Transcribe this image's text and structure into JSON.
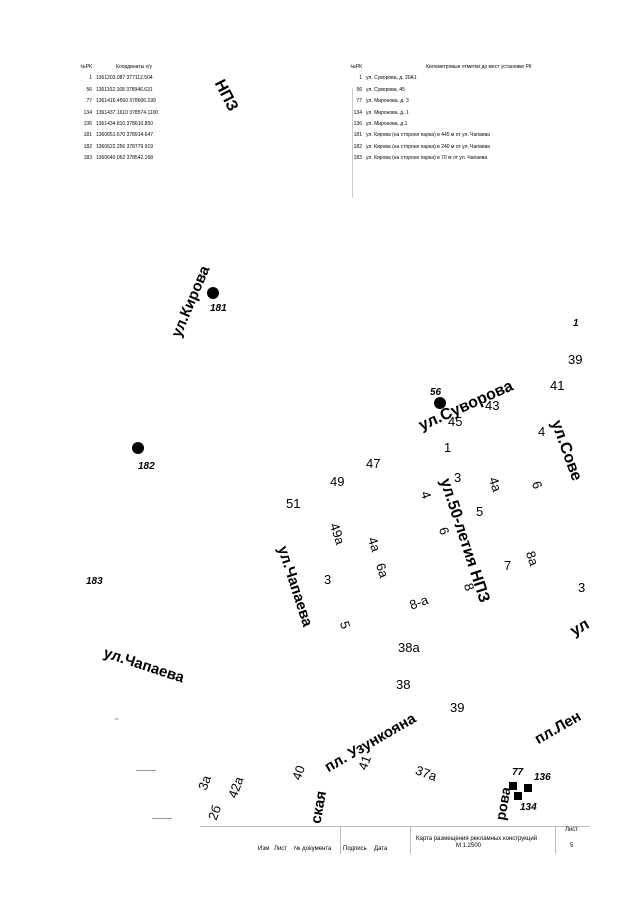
{
  "coords_table": {
    "header_num": "№РК",
    "header_coords": "Координаты х/у",
    "rows": [
      {
        "id": "1",
        "coords": "1361203.087  377112.504"
      },
      {
        "id": "56",
        "coords": "1361102.168  378946.631"
      },
      {
        "id": "77",
        "coords": "1361416.4560  378606.199"
      },
      {
        "id": "134",
        "coords": "1361437.1610  378574.1100"
      },
      {
        "id": "136",
        "coords": "1361434.810  378610.850"
      },
      {
        "id": "181",
        "coords": "1360651.670  378914.647"
      },
      {
        "id": "182",
        "coords": "1360622.256  378779.919"
      },
      {
        "id": "183",
        "coords": "1360640.062  378542.168"
      }
    ]
  },
  "address_table": {
    "header_num": "№РК",
    "header_address": "Километровые отметки до мест установки РК",
    "rows": [
      {
        "id": "1",
        "address": "ул. Суворова, д. 20А1"
      },
      {
        "id": "56",
        "address": "ул. Суворова, 45"
      },
      {
        "id": "77",
        "address": "ул. Миронова, д. 3"
      },
      {
        "id": "134",
        "address": "ул. Миронова, д. 1"
      },
      {
        "id": "136",
        "address": "ул. Миронова, д.1"
      },
      {
        "id": "181",
        "address": "ул. Кирова (на стороне парка) в 445 м от ул. Чапаева"
      },
      {
        "id": "182",
        "address": "ул. Кирова (на стороне парка) в 240 м от ул. Чапаева"
      },
      {
        "id": "183",
        "address": "ул. Кирова (на стороне парка) в 70 м от ул. Чапаева"
      }
    ]
  },
  "map": {
    "streets": {
      "top_npz": "НПЗ",
      "kirova": "ул.Кирова",
      "suvorova": "ул.Суворова",
      "sovet": "ул.Сове",
      "fifty_years_npz": "ул.50-летия НПЗ",
      "chapaeva_vertical": "ул.Чапаева",
      "chapaeva_horizontal": "ул.Чапаева",
      "uzunkoyana": "пл. Узункояна",
      "lenina": "пл.Лен",
      "ul_right": "ул",
      "skaya": "ская",
      "rova": "рова"
    },
    "points": {
      "p181": "181",
      "p182": "182",
      "p183": "183",
      "p56": "56",
      "p1": "1",
      "p77": "77",
      "p136": "136",
      "p134": "134"
    },
    "houses": {
      "h39_top": "39",
      "h41": "41",
      "h43": "43",
      "h45": "45",
      "h4": "4",
      "h1": "1",
      "h47": "47",
      "h49": "49",
      "h3_a": "3",
      "h4a_a": "4а",
      "h6_a": "6",
      "h51": "51",
      "h4_b": "4",
      "h5": "5",
      "h49a": "49а",
      "h4a_b": "4а",
      "h6a": "6а",
      "h6_b": "6",
      "h7": "7",
      "h8a": "8а",
      "h3_b": "3",
      "h8": "8",
      "h8_a": "8-а",
      "h5_b": "5",
      "h38a": "38а",
      "h38": "38",
      "h39_bottom": "39",
      "h40": "40",
      "h41_b": "41",
      "h37a": "37а",
      "h3a": "3а",
      "h42a": "42а",
      "h2b": "2б",
      "h3_right": "3"
    }
  },
  "title_block": {
    "izm": "Изм",
    "list": "Лист",
    "doc_num": "№ документа",
    "signature": "Подпись",
    "date": "Дата",
    "title": "Карта размещения рекламных конструкций",
    "scale": "М 1:2500",
    "sheet_label": "Лист",
    "sheet_num": "5"
  }
}
